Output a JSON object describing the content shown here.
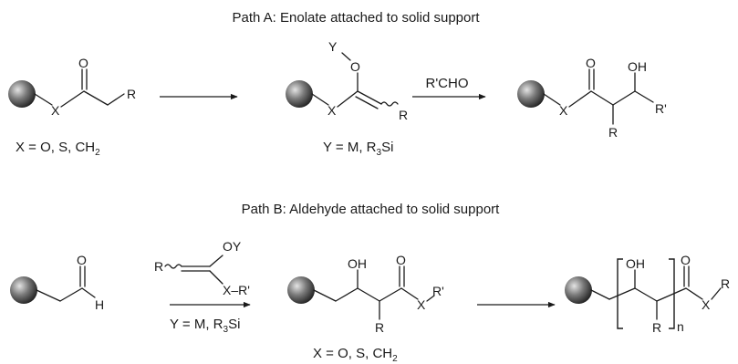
{
  "path_a": {
    "title": "Path A: Enolate attached to solid support",
    "reagent": "R'CHO",
    "x_def": "X = O, S, CH",
    "x_def_sub": "2",
    "y_def_pre": "Y = M, R",
    "y_def_sub": "3",
    "y_def_post": "Si",
    "atoms": {
      "O": "O",
      "X": "X",
      "R": "R",
      "Y": "Y",
      "OH": "OH",
      "Rp": "R'"
    }
  },
  "path_b": {
    "title": "Path B: Aldehyde attached to solid support",
    "reagent_y_def_pre": "Y = M, R",
    "reagent_y_def_sub": "3",
    "reagent_y_def_post": "Si",
    "x_def": "X = O, S, CH",
    "x_def_sub": "2",
    "atoms": {
      "O": "O",
      "H": "H",
      "R": "R",
      "OY": "OY",
      "XRp": "X–R'",
      "OH": "OH",
      "X": "X",
      "Rp": "R'",
      "n": "n"
    }
  },
  "colors": {
    "ink": "#1a1a1a",
    "bead_light": "#d8d8d8",
    "bead_dark": "#1e1e1e"
  }
}
